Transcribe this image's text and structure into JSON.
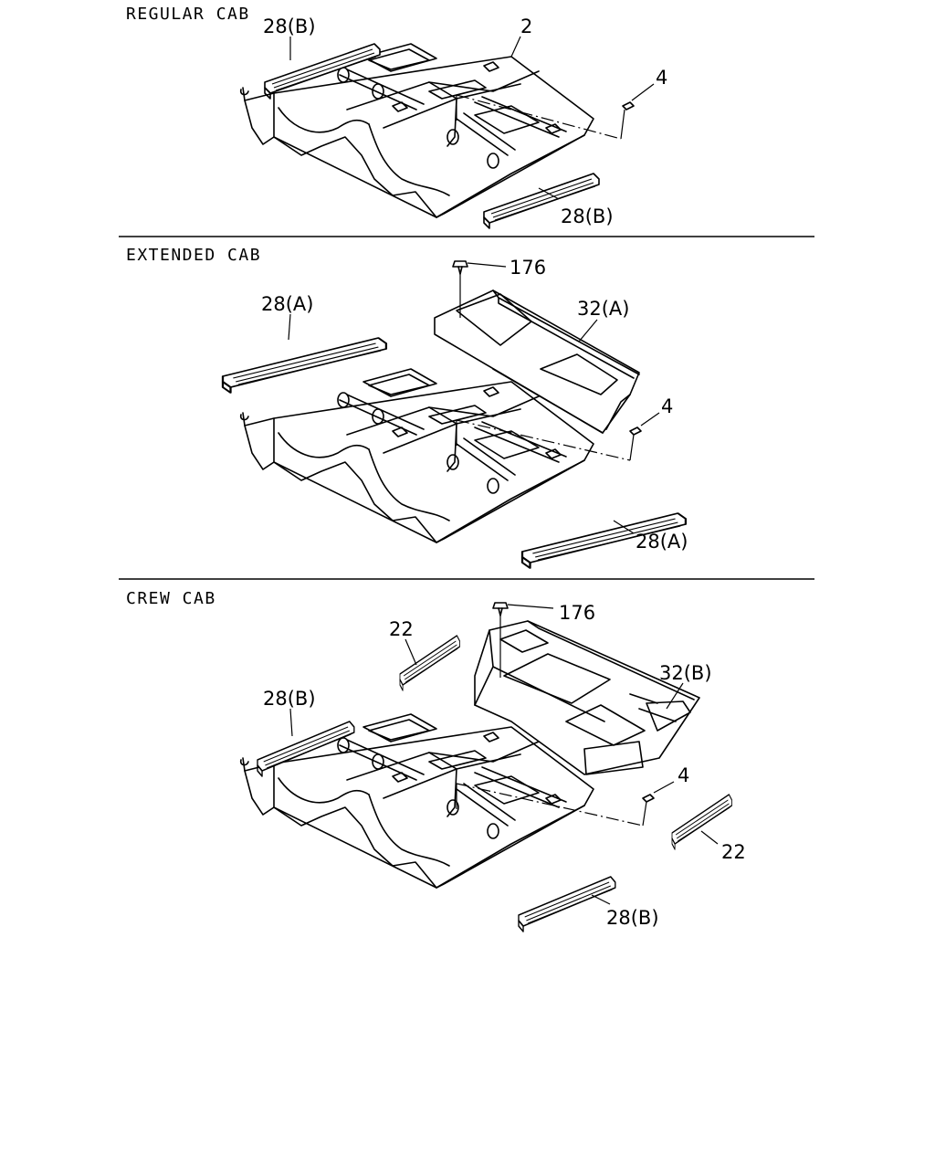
{
  "sections": [
    {
      "title": "REGULAR CAB",
      "callouts": [
        "28(B)",
        "2",
        "4",
        "28(B)"
      ]
    },
    {
      "title": "EXTENDED CAB",
      "callouts": [
        "176",
        "28(A)",
        "32(A)",
        "4",
        "28(A)"
      ]
    },
    {
      "title": "CREW CAB",
      "callouts": [
        "176",
        "22",
        "32(B)",
        "28(B)",
        "4",
        "22",
        "28(B)"
      ]
    }
  ]
}
